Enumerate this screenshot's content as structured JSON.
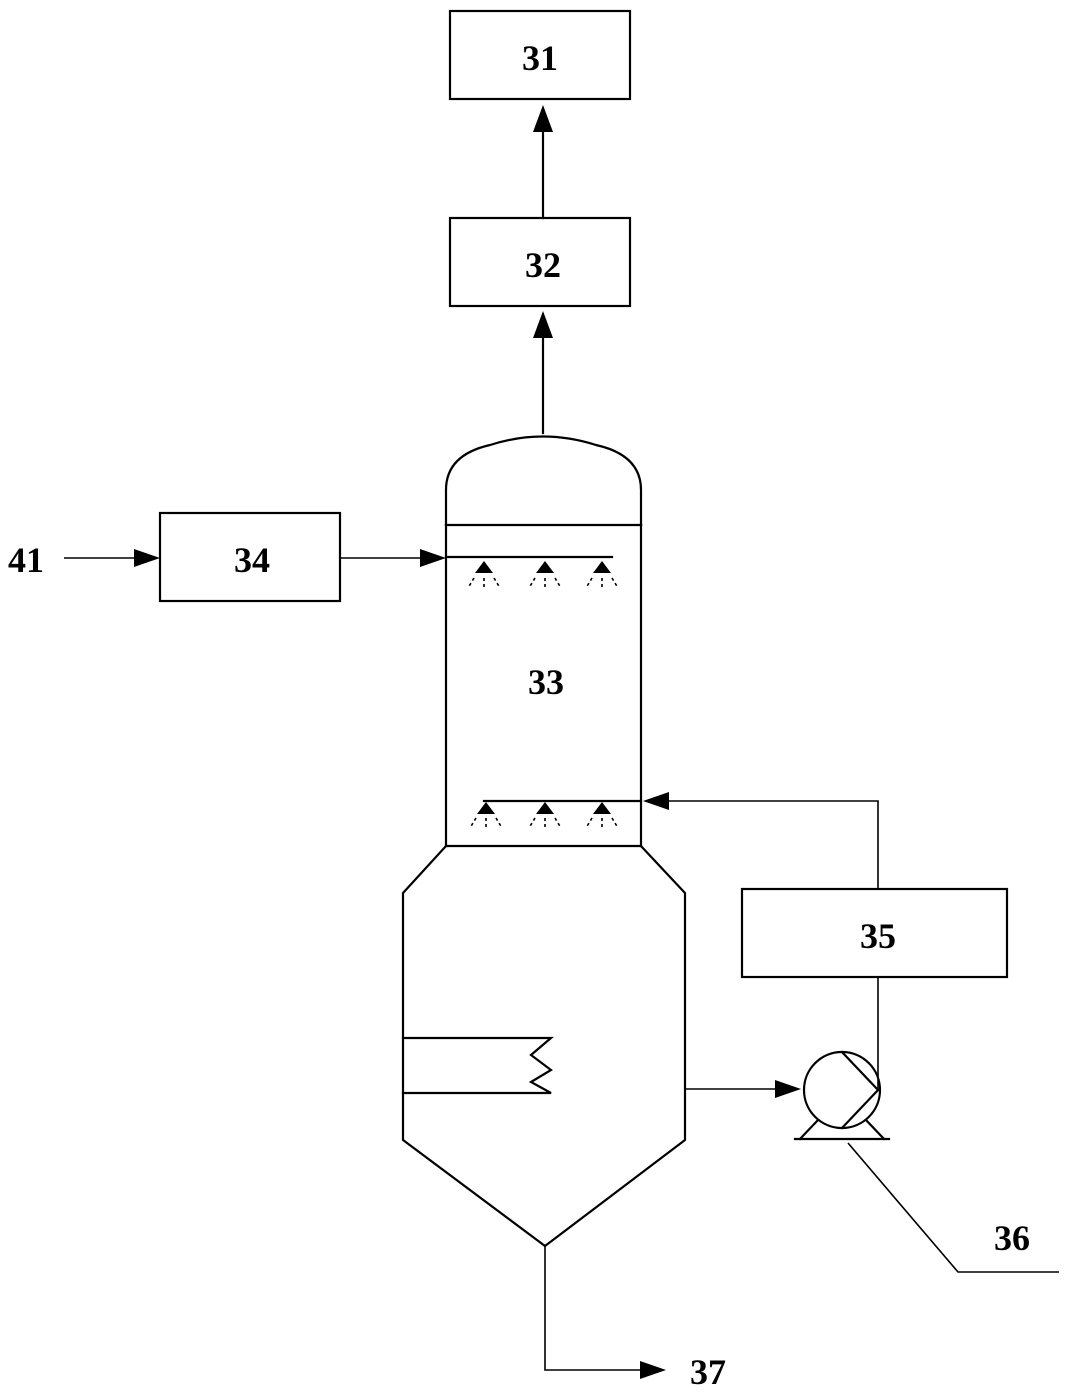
{
  "labels": {
    "unit_31": "31",
    "unit_32": "32",
    "unit_33": "33",
    "unit_34": "34",
    "unit_35": "35",
    "label_36": "36",
    "label_37": "37",
    "label_41": "41"
  }
}
